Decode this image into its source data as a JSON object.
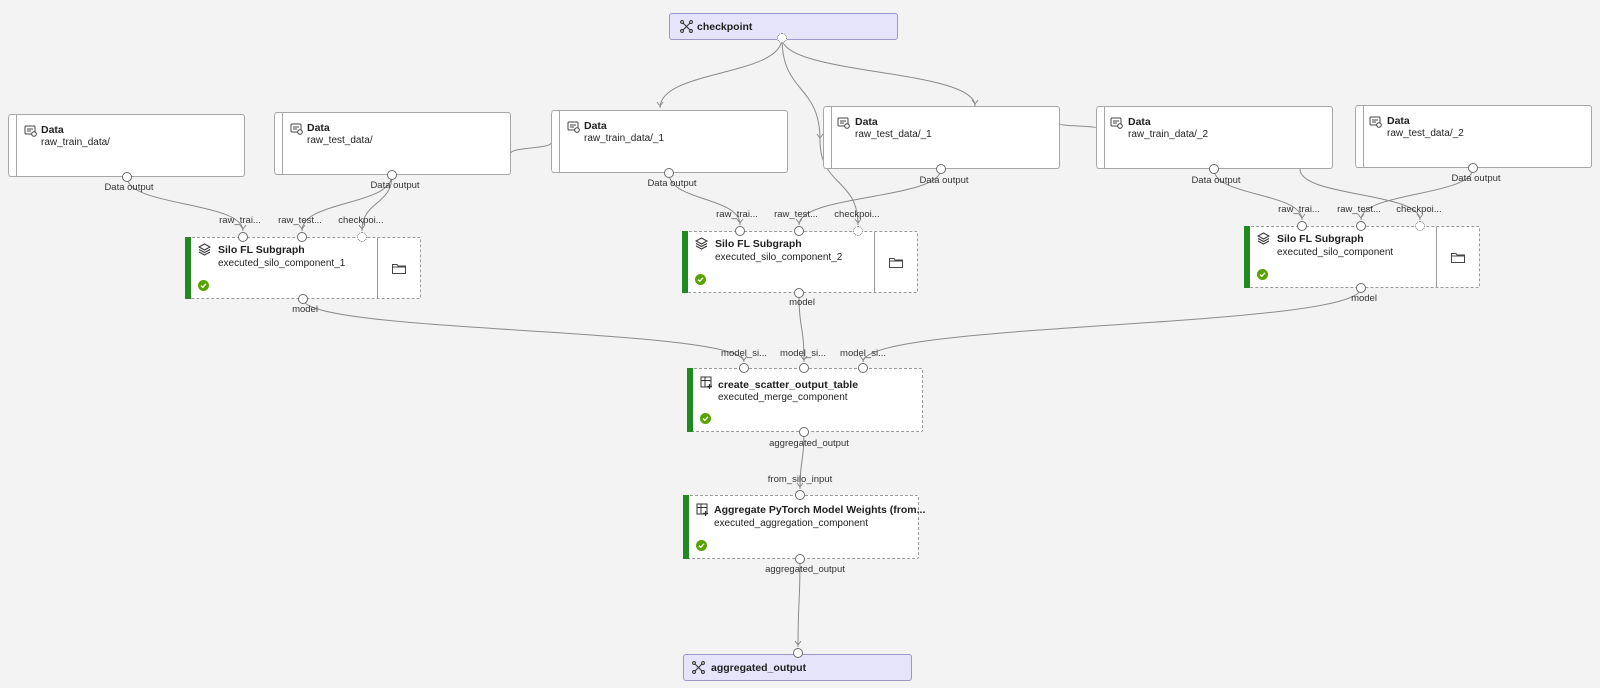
{
  "pipeline_nodes": {
    "checkpoint": {
      "label": "checkpoint"
    },
    "output": {
      "label": "aggregated_output"
    }
  },
  "data_nodes": [
    {
      "type": "Data",
      "name": "raw_train_data/",
      "output": "Data output"
    },
    {
      "type": "Data",
      "name": "raw_test_data/",
      "output": "Data output"
    },
    {
      "type": "Data",
      "name": "raw_train_data/_1",
      "output": "Data output"
    },
    {
      "type": "Data",
      "name": "raw_test_data/_1",
      "output": "Data output"
    },
    {
      "type": "Data",
      "name": "raw_train_data/_2",
      "output": "Data output"
    },
    {
      "type": "Data",
      "name": "raw_test_data/_2",
      "output": "Data output"
    }
  ],
  "silo_nodes": [
    {
      "title": "Silo FL Subgraph",
      "subtitle": "executed_silo_component_1",
      "inputs": [
        "raw_trai...",
        "raw_test...",
        "checkpoi..."
      ],
      "output": "model",
      "status": "completed"
    },
    {
      "title": "Silo FL Subgraph",
      "subtitle": "executed_silo_component_2",
      "inputs": [
        "raw_trai...",
        "raw_test...",
        "checkpoi..."
      ],
      "output": "model",
      "status": "completed"
    },
    {
      "title": "Silo FL Subgraph",
      "subtitle": "executed_silo_component",
      "inputs": [
        "raw_trai...",
        "raw_test...",
        "checkpoi..."
      ],
      "output": "model",
      "status": "completed"
    }
  ],
  "merge_node": {
    "title": "create_scatter_output_table",
    "subtitle": "executed_merge_component",
    "inputs": [
      "model_si...",
      "model_si...",
      "model_si..."
    ],
    "output": "aggregated_output",
    "status": "completed"
  },
  "aggregate_node": {
    "title": "Aggregate PyTorch Model Weights (from...",
    "subtitle": "executed_aggregation_component",
    "input": "from_silo_input",
    "output": "aggregated_output",
    "status": "completed"
  },
  "colors": {
    "status_ok": "#57a300",
    "running_bar": "#1f8a1f",
    "pipeline_io_bg": "#e6e4fa",
    "edge": "#8a8a8a"
  }
}
